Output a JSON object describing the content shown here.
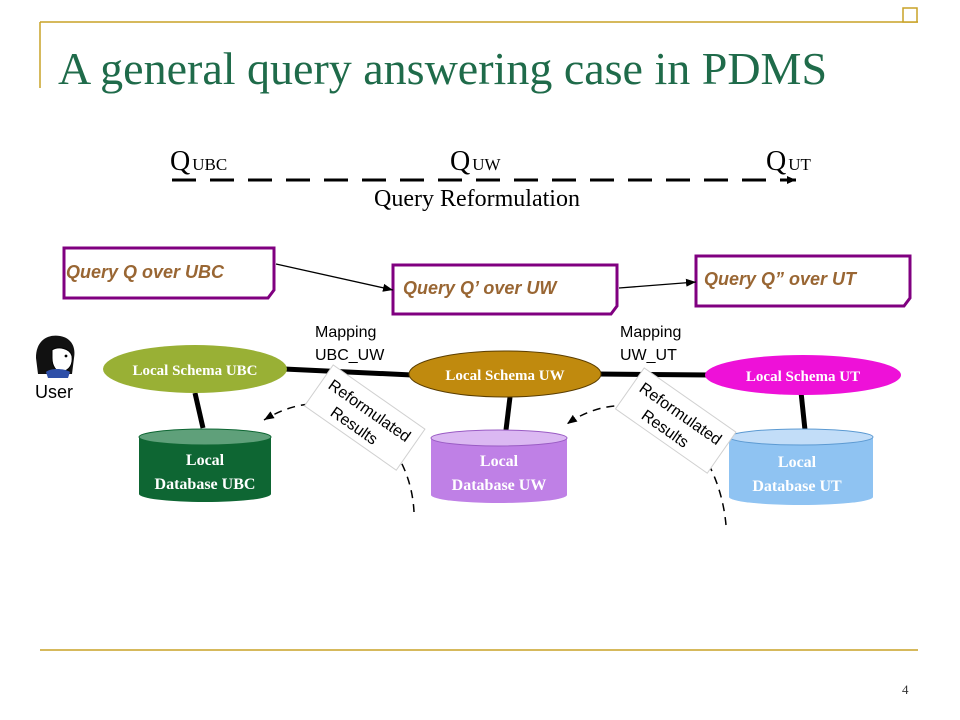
{
  "slide": {
    "title": "A general query answering case in PDMS",
    "page_number": "4"
  },
  "reformulation": {
    "q_ubc": {
      "q": "Q",
      "sub": "UBC"
    },
    "q_uw": {
      "q": "Q",
      "sub": "UW"
    },
    "q_ut": {
      "q": "Q",
      "sub": "UT"
    },
    "label": "Query Reformulation"
  },
  "queries": {
    "ubc": "Query Q over UBC",
    "uw": "Query Q’ over UW",
    "ut": "Query Q” over UT"
  },
  "mappings": {
    "ubc_uw": {
      "line1": "Mapping",
      "line2": "UBC_UW"
    },
    "uw_ut": {
      "line1": "Mapping",
      "line2": "UW_UT"
    }
  },
  "schemas": {
    "ubc": "Local Schema UBC",
    "uw": "Local Schema UW",
    "ut": "Local Schema UT"
  },
  "databases": {
    "ubc": {
      "line1": "Local",
      "line2": "Database UBC"
    },
    "uw": {
      "line1": "Local",
      "line2": "Database UW"
    },
    "ut": {
      "line1": "Local",
      "line2": "Database UT"
    }
  },
  "results": {
    "r1": {
      "line1": "Reformulated",
      "line2": "Results"
    },
    "r2": {
      "line1": "Reformulated",
      "line2": "Results"
    }
  },
  "user": {
    "label": "User"
  },
  "colors": {
    "title": "#1F6B4A",
    "frame": "#C9A227",
    "query_text": "#996633",
    "query_border": "#800080",
    "schema_ubc": "#99B035",
    "schema_uw": "#C08A0E",
    "schema_ut": "#EE11D8",
    "db_ubc": "#0E6633",
    "db_uw": "#BF80E6",
    "db_ut": "#8FC3F2"
  }
}
